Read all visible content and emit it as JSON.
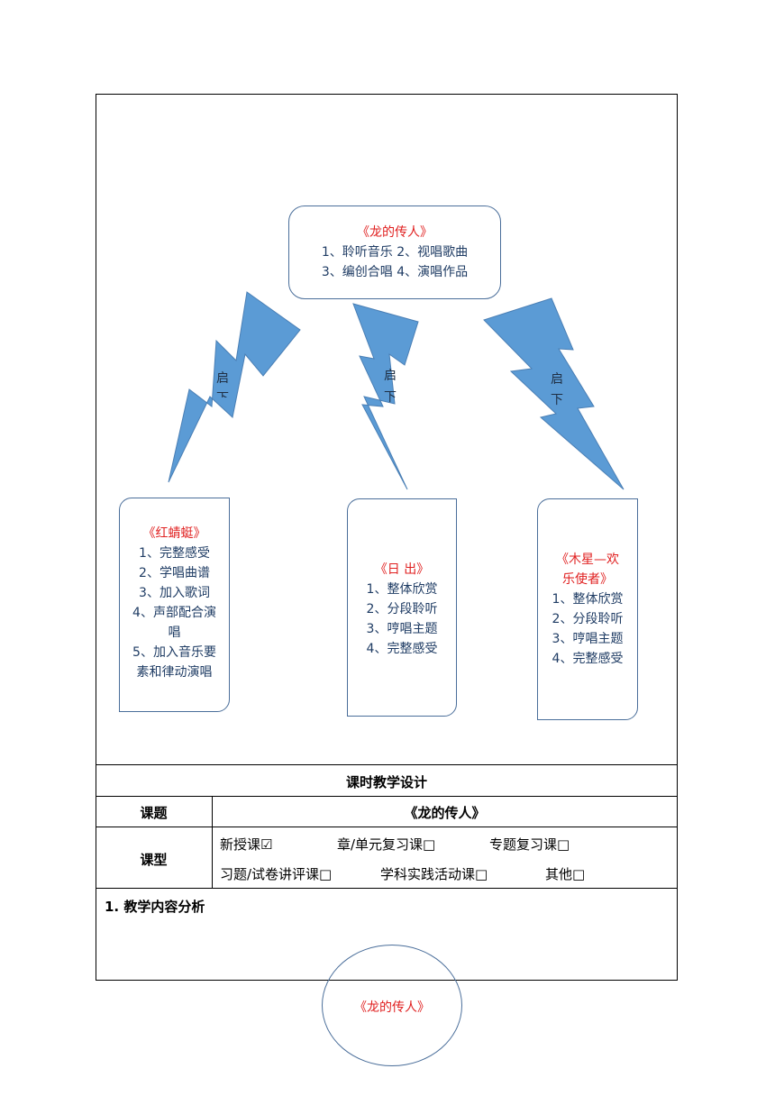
{
  "top_box": {
    "title": "《龙的传人》",
    "lines": [
      "1、聆听音乐 2、视唱歌曲",
      "3、编创合唱 4、演唱作品"
    ]
  },
  "bolts": {
    "left_label": [
      "启",
      "下"
    ],
    "middle_label": [
      "启",
      "下"
    ],
    "right_label": [
      "启",
      "下"
    ]
  },
  "left_box": {
    "title": "《红蜻蜓》",
    "lines": [
      "1、完整感受",
      "2、学唱曲谱",
      "3、加入歌词",
      "4、声部配合演",
      "唱",
      "5、加入音乐要",
      "素和律动演唱"
    ]
  },
  "middle_box": {
    "title": "《日  出》",
    "lines": [
      "1、整体欣赏",
      "2、分段聆听",
      "3、哼唱主题",
      "4、完整感受"
    ]
  },
  "right_box": {
    "title_lines": [
      "《木星—欢",
      "乐使者》"
    ],
    "lines": [
      "1、整体欣赏",
      "2、分段聆听",
      "3、哼唱主题",
      "4、完整感受"
    ]
  },
  "table": {
    "header": "课时教学设计",
    "row1_label": "课题",
    "row1_value": "《龙的传人》",
    "row2_label": "课型",
    "options_row1": [
      "新授课☑",
      "章/单元复习课□",
      "专题复习课□"
    ],
    "options_row2": [
      "习题/试卷讲评课□",
      "学科实践活动课□",
      "其他□"
    ],
    "section1": "1.  教学内容分析"
  },
  "bottom_circle": {
    "label": "《龙的传人》"
  }
}
